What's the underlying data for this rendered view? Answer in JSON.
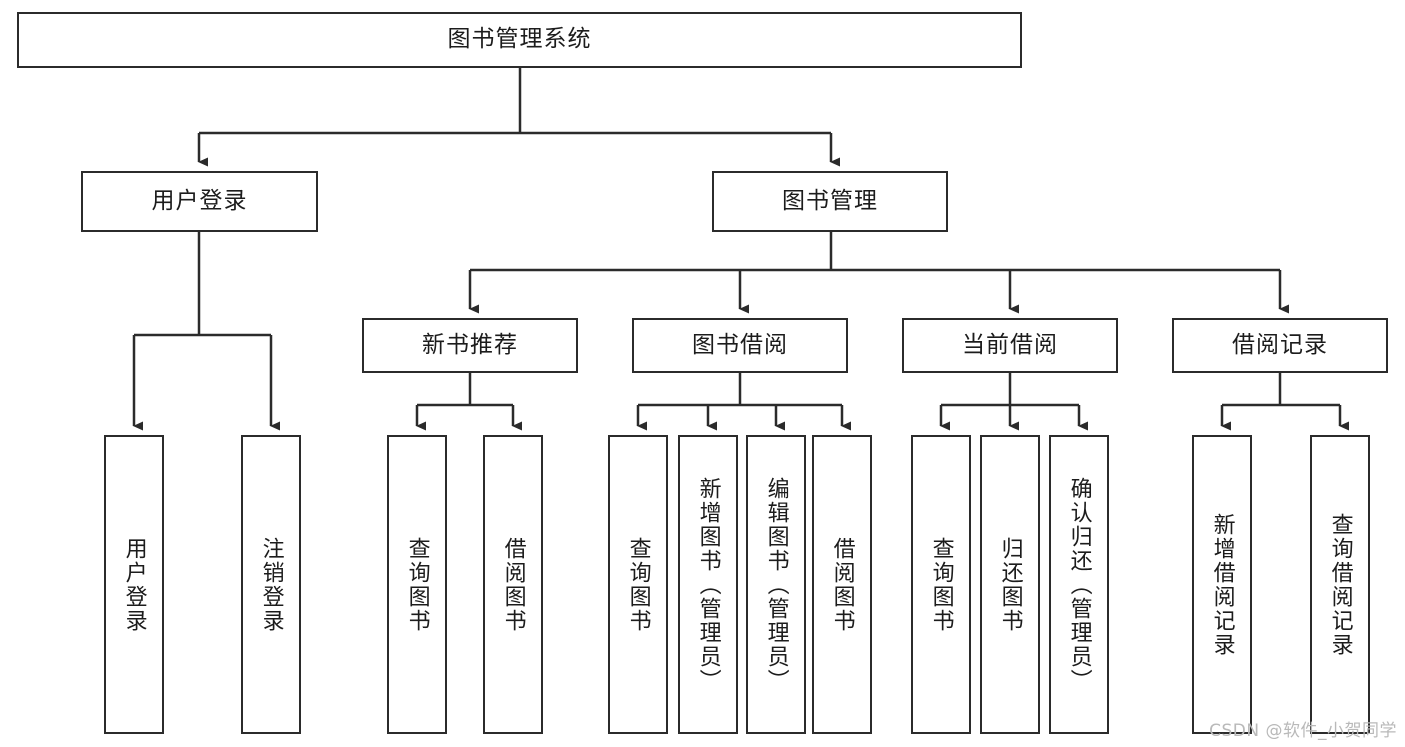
{
  "diagram": {
    "title": "图书管理系统",
    "type": "tree-hierarchy",
    "root": {
      "label": "图书管理系统"
    },
    "level2": [
      {
        "label": "用户登录"
      },
      {
        "label": "图书管理"
      }
    ],
    "level3": [
      {
        "label": "新书推荐"
      },
      {
        "label": "图书借阅"
      },
      {
        "label": "当前借阅"
      },
      {
        "label": "借阅记录"
      }
    ],
    "leaves": {
      "user_login": [
        {
          "label": "用户登录"
        },
        {
          "label": "注销登录"
        }
      ],
      "new_book_recommend": [
        {
          "label": "查询图书"
        },
        {
          "label": "借阅图书"
        }
      ],
      "book_borrow": [
        {
          "label": "查询图书"
        },
        {
          "label": "新增图书（管理员）"
        },
        {
          "label": "编辑图书（管理员）"
        },
        {
          "label": "借阅图书"
        }
      ],
      "current_borrow": [
        {
          "label": "查询图书"
        },
        {
          "label": "归还图书"
        },
        {
          "label": "确认归还（管理员）"
        }
      ],
      "borrow_record": [
        {
          "label": "新增借阅记录"
        },
        {
          "label": "查询借阅记录"
        }
      ]
    }
  },
  "watermark": {
    "text": "CSDN @软件_小贺同学"
  },
  "colors": {
    "stroke": "#2b2b2b",
    "fill": "#ffffff",
    "text": "#1c1c1c",
    "watermark": "#b9b9b9"
  }
}
